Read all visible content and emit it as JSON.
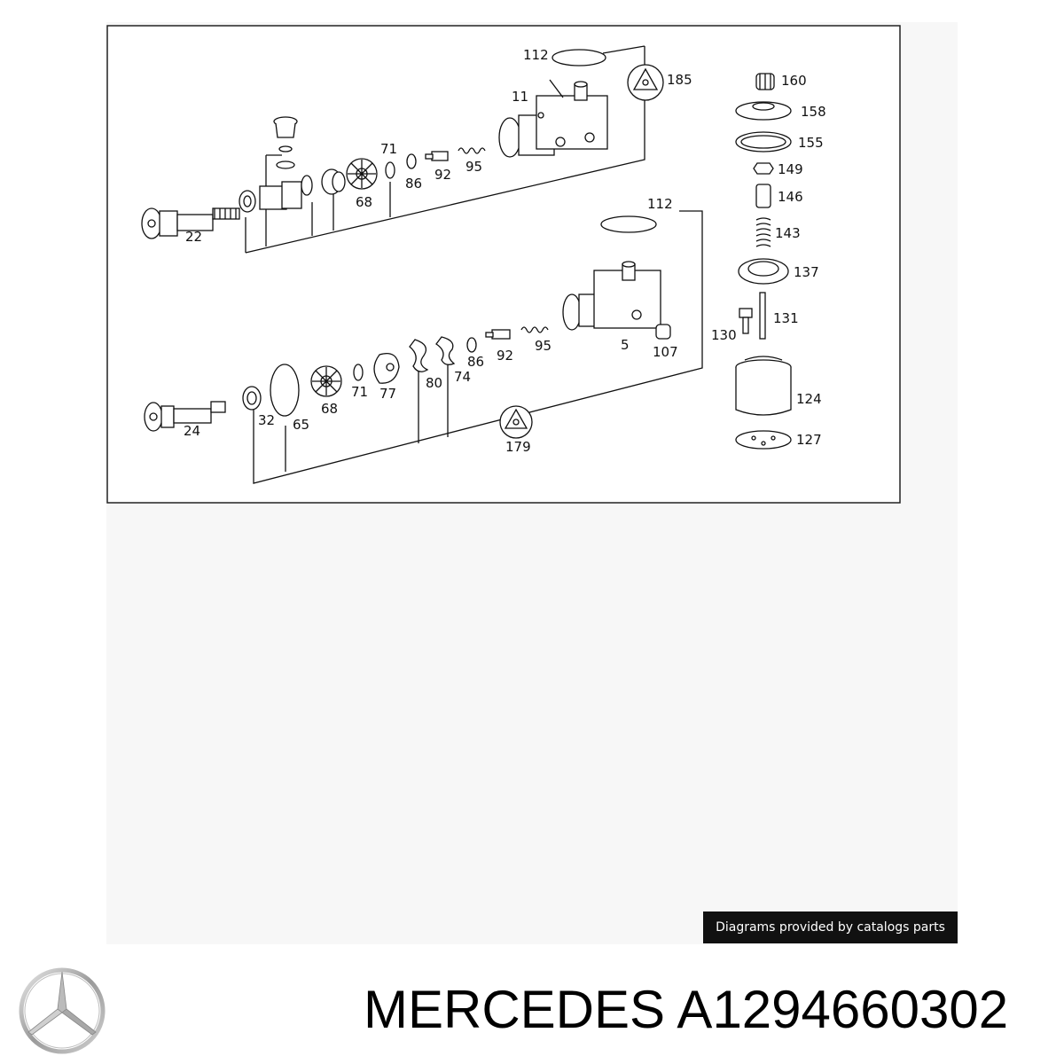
{
  "credit": "Diagrams provided by catalogs parts",
  "footer": {
    "brand": "MERCEDES",
    "part_number": "A1294660302"
  },
  "logo": {
    "icon": "mercedes-star-icon"
  },
  "callouts": {
    "c112a": "112",
    "c185": "185",
    "c11": "11",
    "c71a": "71",
    "c86a": "86",
    "c92a": "92",
    "c95a": "95",
    "c68a": "68",
    "c22": "22",
    "c112b": "112",
    "c5": "5",
    "c107": "107",
    "c86b": "86",
    "c92b": "92",
    "c95b": "95",
    "c80": "80",
    "c74": "74",
    "c77": "77",
    "c71b": "71",
    "c68b": "68",
    "c65": "65",
    "c32": "32",
    "c24": "24",
    "c179": "179",
    "c160": "160",
    "c158": "158",
    "c155": "155",
    "c149": "149",
    "c146": "146",
    "c143": "143",
    "c137": "137",
    "c131": "131",
    "c130": "130",
    "c124": "124",
    "c127": "127"
  }
}
